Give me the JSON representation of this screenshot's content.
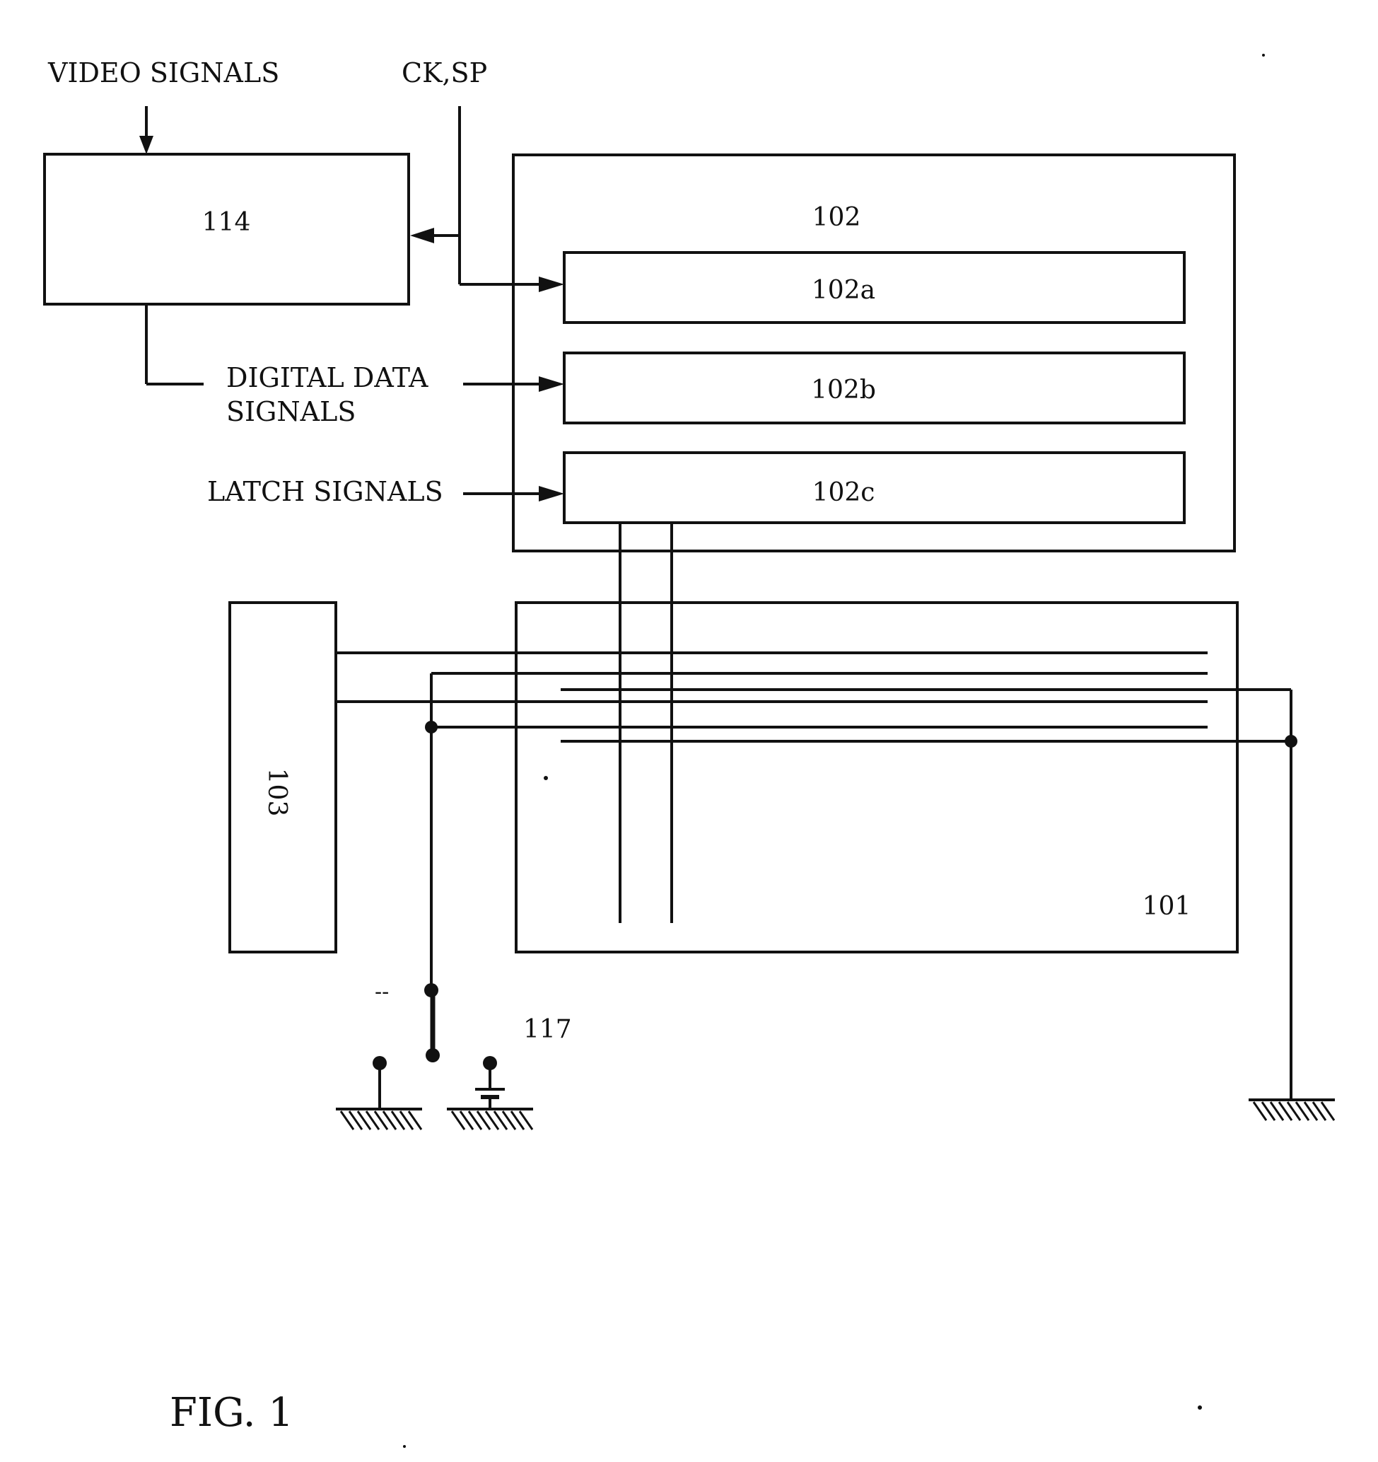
{
  "labels": {
    "video_signals": "VIDEO SIGNALS",
    "ck_sp": "CK,SP",
    "digital_data_line1": "DIGITAL DATA",
    "digital_data_line2": "SIGNALS",
    "latch_signals": "LATCH SIGNALS",
    "block_114": "114",
    "block_102": "102",
    "block_102a": "102a",
    "block_102b": "102b",
    "block_102c": "102c",
    "block_103": "103",
    "block_101": "101",
    "ref_117": "117",
    "dash_mark": "--",
    "figure_caption": "FIG. 1"
  }
}
